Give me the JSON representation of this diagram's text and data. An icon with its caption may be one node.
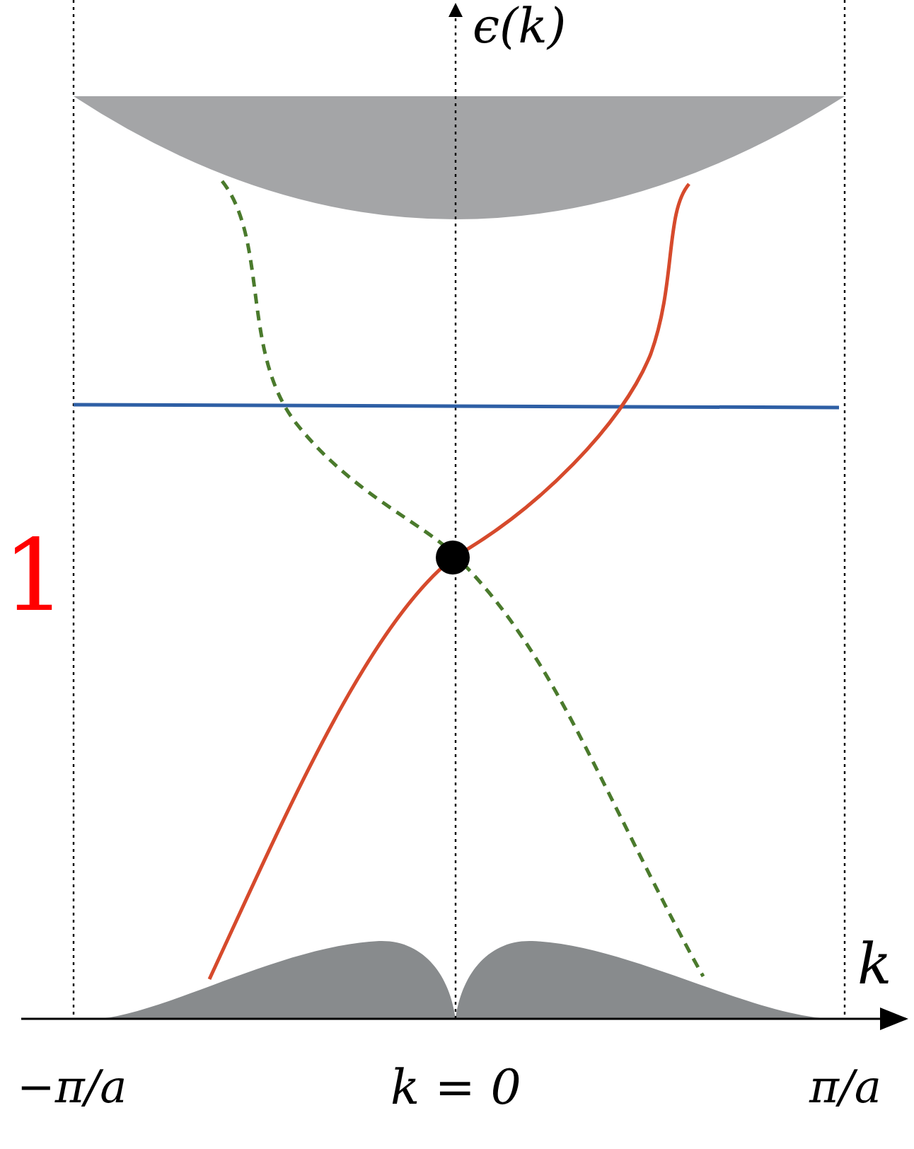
{
  "diagram": {
    "labels": [
      "ϵ(k)",
      "1",
      "k",
      "−π/a",
      "k = 0",
      "π/a"
    ]
  }
}
